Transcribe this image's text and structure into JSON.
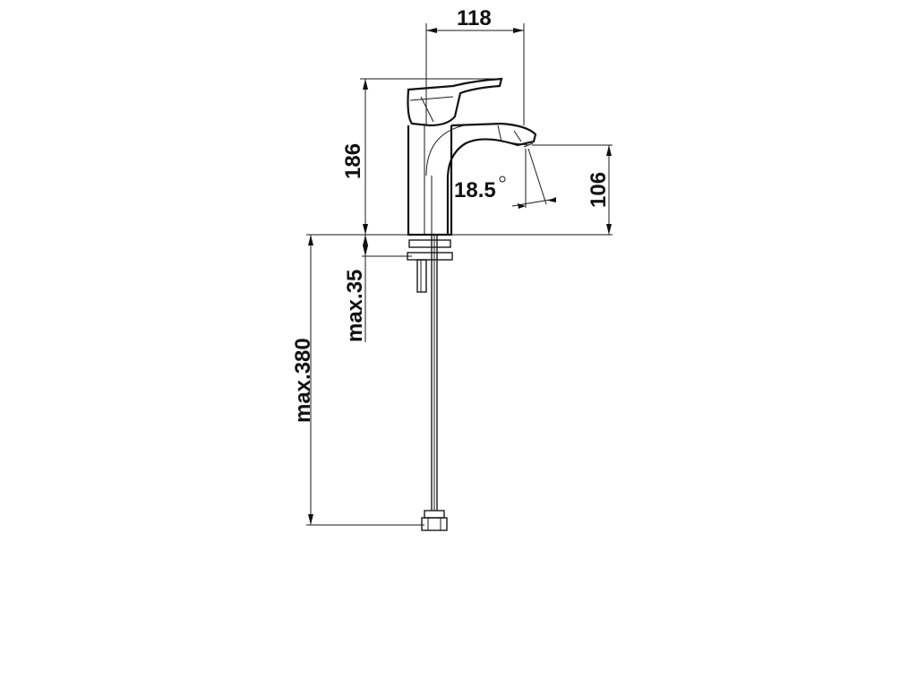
{
  "dimensions": {
    "width_spout": "118",
    "height_total": "186",
    "height_spout": "106",
    "angle": "18.5",
    "angle_unit": "°",
    "max_thickness": "max.35",
    "max_hose": "max.380"
  },
  "colors": {
    "line": "#1a1a1a",
    "background": "#ffffff"
  }
}
